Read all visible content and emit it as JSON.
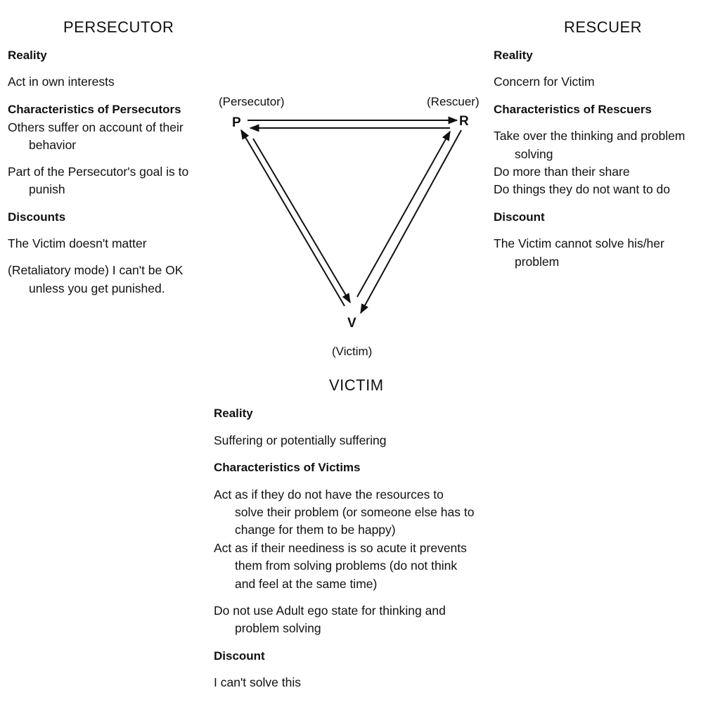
{
  "persecutor": {
    "title": "PERSECUTOR",
    "reality_heading": "Reality",
    "reality": "Act in own interests",
    "char_heading": "Characteristics of Persecutors",
    "char1_a": "Others suffer on account of their",
    "char1_b": "behavior",
    "char2_a": "Part of the Persecutor's goal is to",
    "char2_b": "punish",
    "discount_heading": "Discounts",
    "discount1": "The Victim doesn't matter",
    "discount2_a": "(Retaliatory mode) I can't be OK",
    "discount2_b": "unless you get punished."
  },
  "rescuer": {
    "title": "RESCUER",
    "reality_heading": "Reality",
    "reality": "Concern for Victim",
    "char_heading": "Characteristics of Rescuers",
    "char1_a": "Take over the thinking and problem",
    "char1_b": "solving",
    "char2": "Do more than their share",
    "char3": "Do things they do not want to do",
    "discount_heading": "Discount",
    "discount1_a": "The Victim cannot solve his/her",
    "discount1_b": "problem"
  },
  "victim": {
    "title": "VICTIM",
    "reality_heading": "Reality",
    "reality": "Suffering or potentially suffering",
    "char_heading": "Characteristics of Victims",
    "char1_a": "Act as if they do not have the resources to",
    "char1_b": "solve their problem (or someone else has to",
    "char1_c": "change for them to be happy)",
    "char2_a": "Act as if their neediness is so acute it prevents",
    "char2_b": "them from solving problems (do not think",
    "char2_c": "and feel at the same time)",
    "char3_a": "Do not use Adult ego state for thinking and",
    "char3_b": "problem solving",
    "discount_heading": "Discount",
    "discount1": "I can't solve this"
  },
  "diagram": {
    "p_label": "(Persecutor)",
    "r_label": "(Rescuer)",
    "v_label": "(Victim)",
    "p": "P",
    "r": "R",
    "v": "V"
  }
}
